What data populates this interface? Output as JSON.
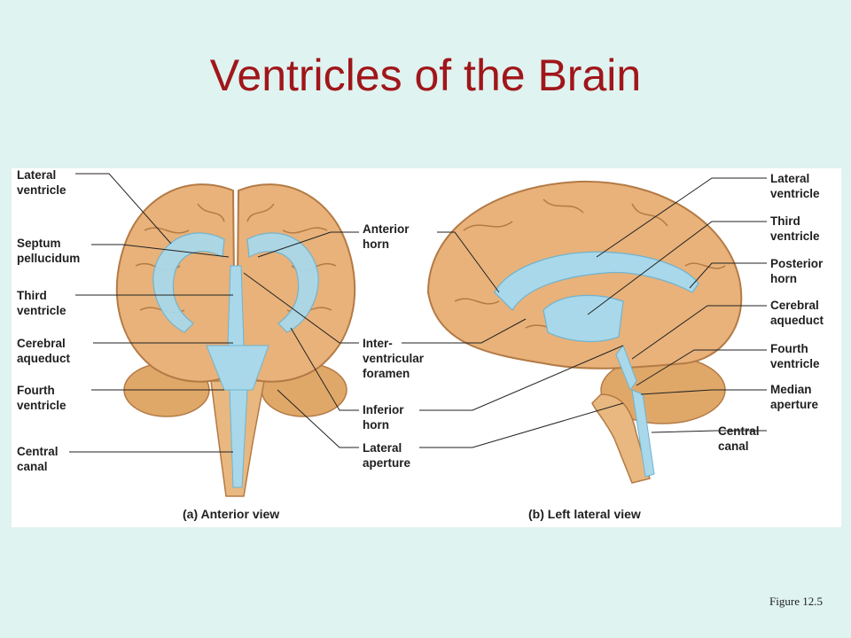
{
  "slide": {
    "title": "Ventricles of the Brain",
    "figure_ref": "Figure 12.5"
  },
  "colors": {
    "title": "#a0161a",
    "background": "#dff3f0",
    "brain": "#e6b27a",
    "ventricle": "#9fd3e8"
  },
  "anterior_view": {
    "caption": "(a) Anterior view",
    "labels_left": [
      "Lateral\nventricle",
      "Septum\npellucidum",
      "Third\nventricle",
      "Cerebral\naqueduct",
      "Fourth\nventricle",
      "Central\ncanal"
    ]
  },
  "center_labels": [
    "Anterior\nhorn",
    "Inter-\nventricular\nforamen",
    "Inferior\nhorn",
    "Lateral\naperture"
  ],
  "lateral_view": {
    "caption": "(b) Left lateral view",
    "labels_right": [
      "Lateral\nventricle",
      "Third\nventricle",
      "Posterior\nhorn",
      "Cerebral\naqueduct",
      "Fourth\nventricle",
      "Median\naperture",
      "Central\ncanal"
    ]
  }
}
